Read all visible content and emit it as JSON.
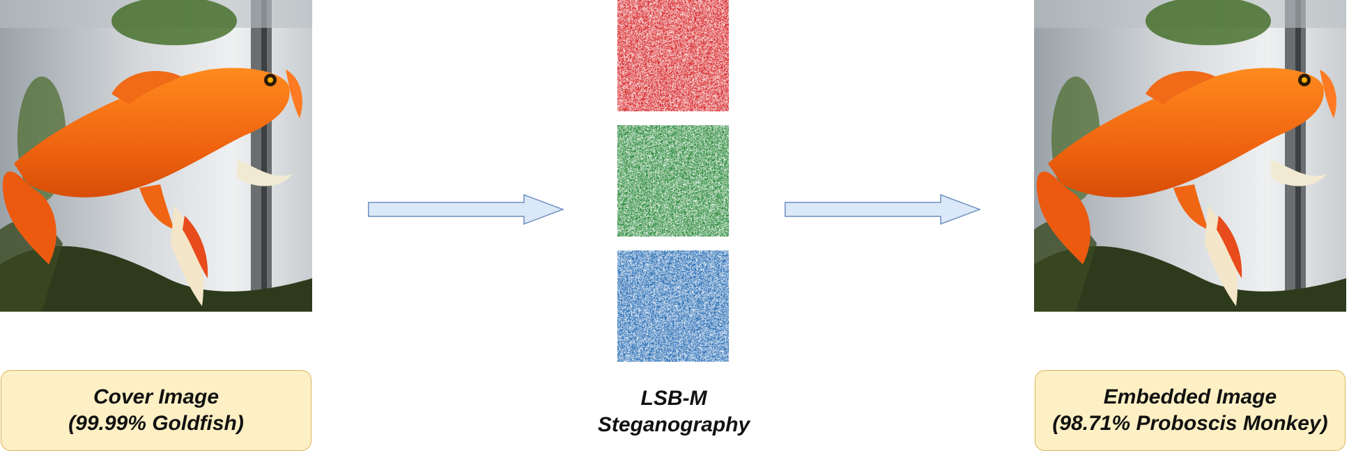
{
  "cover": {
    "title": "Cover Image",
    "prediction": "(99.99% Goldfish)"
  },
  "method": {
    "line1": "LSB-M",
    "line2": "Steganography"
  },
  "embedded": {
    "title": "Embedded Image",
    "prediction": "(98.71% Proboscis Monkey)"
  },
  "noise_channels": [
    {
      "channel": "red",
      "color": "#d8282a"
    },
    {
      "channel": "green",
      "color": "#2a8a3a"
    },
    {
      "channel": "blue",
      "color": "#2a6fb6"
    }
  ],
  "colors": {
    "arrow_fill": "#dbe8f7",
    "arrow_stroke": "#6c8ebf",
    "label_fill": "#fdf0c4",
    "label_stroke": "#d9b45a"
  }
}
